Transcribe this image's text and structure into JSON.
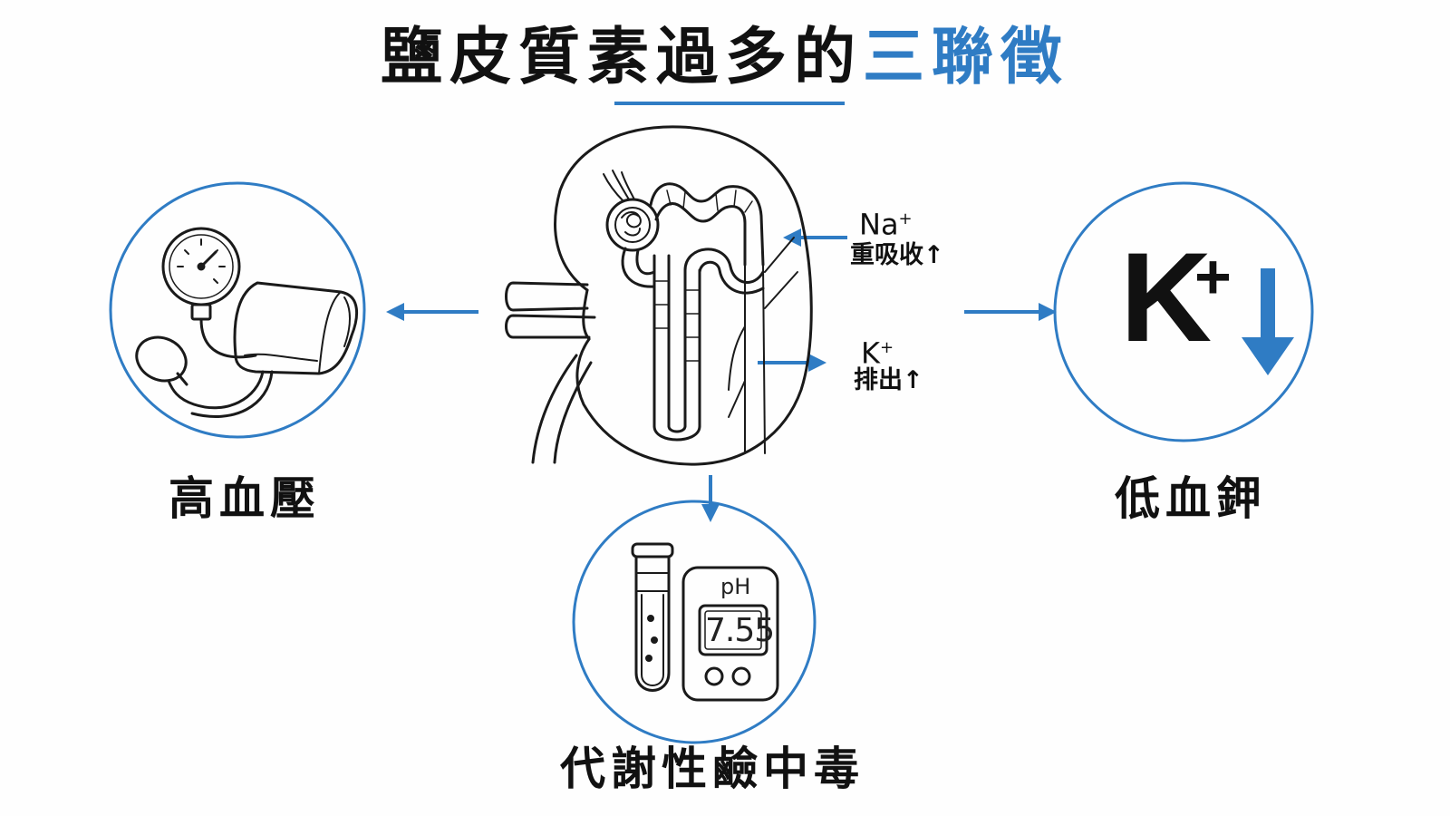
{
  "title": {
    "main": "鹽皮質素過多的",
    "accent": "三聯徵"
  },
  "colors": {
    "accent": "#2f7cc4",
    "ink": "#111111"
  },
  "kidney": {
    "na_ion": "Na",
    "na_charge": "+",
    "na_note": "重吸收↑",
    "k_ion": "K",
    "k_charge": "+",
    "k_note": "排出↑"
  },
  "outcomes": {
    "hypertension": {
      "label": "高血壓",
      "icon": "blood-pressure-cuff-icon"
    },
    "hypokalemia": {
      "label": "低血鉀",
      "symbol": "K",
      "charge": "+",
      "icon": "down-arrow-icon"
    },
    "alkalosis": {
      "label": "代謝性鹼中毒",
      "icon": "test-tube-and-ph-meter-icon",
      "ph_label": "pH",
      "ph_value": "7.55"
    }
  }
}
